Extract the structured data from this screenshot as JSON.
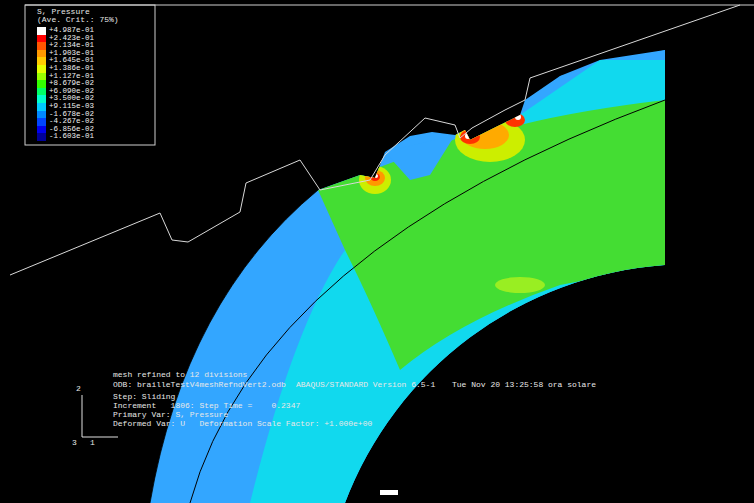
{
  "diagram": {
    "labels": [
      "S, Pressure",
      "(Ave. Crit.: 75%)",
      "mesh refined to 12 divisions",
      "ODB: brailleTestV4meshRefndVert2.odb",
      "ABAQUS/STANDARD Version 6.5-1",
      "Tue Nov 20 13:25:58 ora solare",
      "2",
      "3",
      "1",
      "Step: Sliding",
      "Increment   1806: Step Time =    0.2347",
      "Primary Var: S, Pressure",
      "Deformed Var: U   Deformation Scale Factor: +1.000e+00"
    ],
    "legend": [
      {
        "text": "+4.987e-01",
        "color": "#ffffff"
      },
      {
        "text": "+2.423e-01",
        "color": "#ff0000"
      },
      {
        "text": "+2.134e-01",
        "color": "#ff5500"
      },
      {
        "text": "+1.903e-01",
        "color": "#ff9900"
      },
      {
        "text": "+1.645e-01",
        "color": "#ffcc00"
      },
      {
        "text": "+1.386e-01",
        "color": "#e6ff00"
      },
      {
        "text": "+1.127e-01",
        "color": "#99ff00"
      },
      {
        "text": "+8.679e-02",
        "color": "#33ff00"
      },
      {
        "text": "+6.090e-02",
        "color": "#00ff66"
      },
      {
        "text": "+3.500e-02",
        "color": "#00ffcc"
      },
      {
        "text": "+9.115e-03",
        "color": "#00ccff"
      },
      {
        "text": "-1.678e-02",
        "color": "#0088ff"
      },
      {
        "text": "-4.267e-02",
        "color": "#0044ff"
      },
      {
        "text": "-6.856e-02",
        "color": "#0000ee"
      },
      {
        "text": "-1.603e-01",
        "color": "#000099"
      }
    ]
  }
}
